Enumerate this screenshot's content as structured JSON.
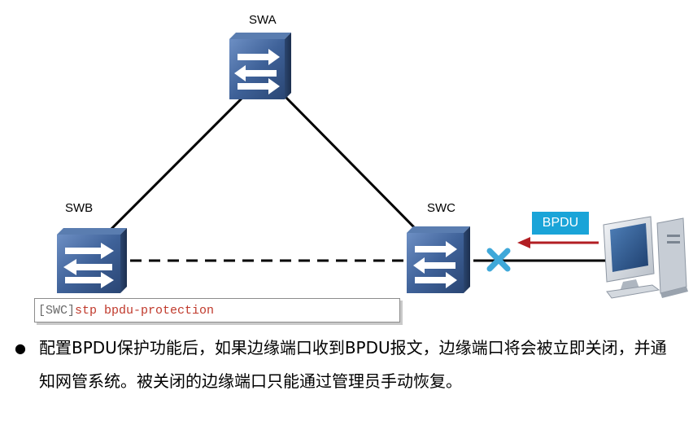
{
  "switches": {
    "swa": {
      "label": "SWA"
    },
    "swb": {
      "label": "SWB"
    },
    "swc": {
      "label": "SWC"
    }
  },
  "bpdu_tag": {
    "label": "BPDU"
  },
  "command": {
    "prompt": "[SWC]",
    "text": "stp bpdu-protection"
  },
  "bullet": {
    "text": "配置BPDU保护功能后，如果边缘端口收到BPDU报文，边缘端口将会被立即关闭，并通知网管系统。被关闭的边缘端口只能通过管理员手动恢复。"
  },
  "colors": {
    "switch_face": "#3b5e93",
    "link": "#000000",
    "bpdu_arrow": "#b21e23",
    "blocked_x": "#3fa8d9",
    "bpdu_tag_bg": "#1aa4d8"
  }
}
